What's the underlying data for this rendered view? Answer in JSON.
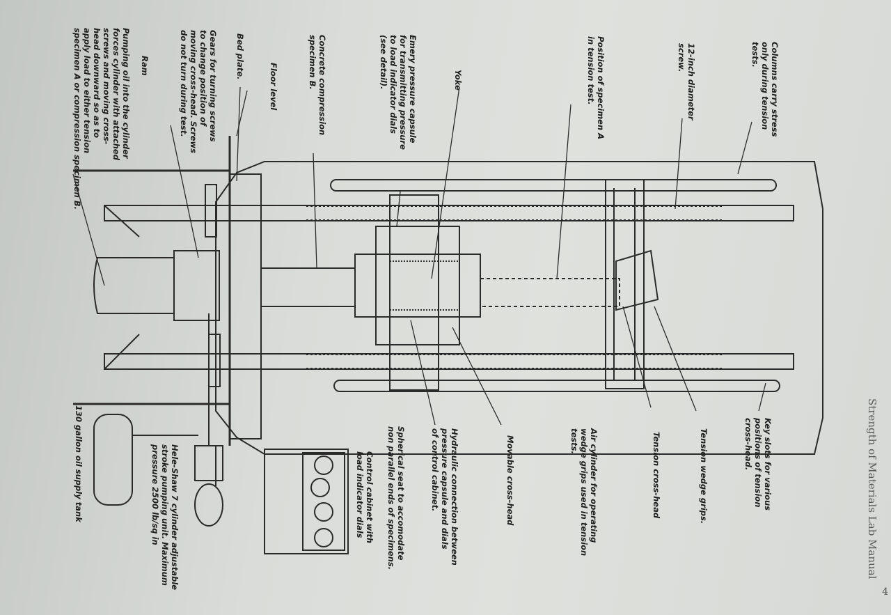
{
  "header": {
    "running_title": "Strength of Materials Lab Manual",
    "page_number": "4"
  },
  "labels": {
    "columns": "Columns carry stress\nonly during tension\ntests.",
    "screw": "12-inch diameter\nscrew.",
    "specimen_a": "Position of specimen A\nin tension test.",
    "emery": "Emery pressure capsule\nfor transmitting pressure\nto load indicator dials\n(see detail).",
    "yoke": "Yoke",
    "concrete": "Concrete compression\nspecimen B.",
    "floor": "Floor level",
    "bed": "Bed plate.",
    "gears": "Gears for turning screws\nto change position of\nmoving cross-head. Screws\ndo not turn during test.",
    "ram": "Ram",
    "pumping": "Pumping oil into the cylinder\nforces cylinder with attached\nscrews and moving cross-\nhead downward so as to\napply load to either tension\nspecimen A or compression specimen B.",
    "key_slots": "Key slots for various\npositions of tension\ncross-head.",
    "wedge": "Tension wedge grips.",
    "tension_head": "Tension cross-head",
    "air_cylinder": "Air cylinder for operating\nwedge grips used in tension\ntests.",
    "movable_head": "Movable cross-head",
    "hydraulic": "Hydraulic connection between\npressure capsule and dials\nof control cabinet.",
    "spherical": "Spherical seat to accomodate\nnon parallel ends of specimens.",
    "control": "Control cabinet with\nload indicator dials",
    "pump": "Hele-Shaw 7 cylinder adjustable\nstroke pumping unit. Maximum\npressure 2500 lb/sq in",
    "tank": "130 gallon oil supply tank"
  }
}
